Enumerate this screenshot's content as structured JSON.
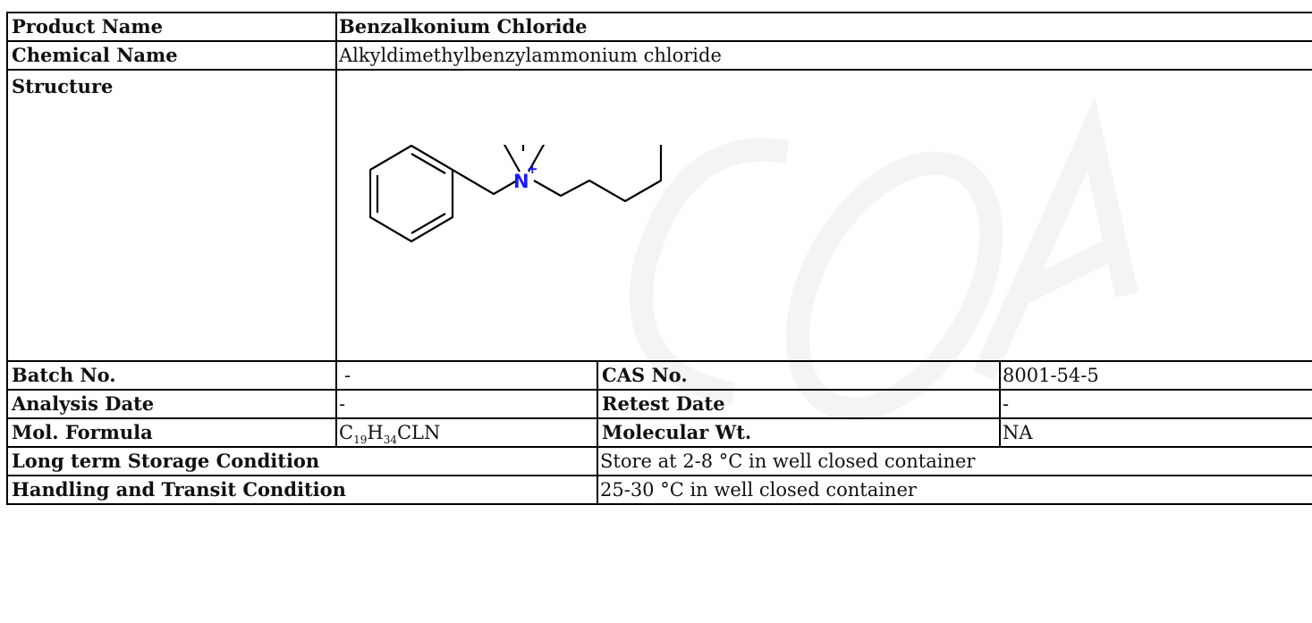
{
  "product_name": {
    "label": "Product Name",
    "value": "Benzalkonium Chloride"
  },
  "chemical_name": {
    "label": "Chemical Name",
    "value": "Alkyldimethylbenzylammonium chloride"
  },
  "structure": {
    "label": "Structure",
    "atom_label": "N",
    "charge": "+"
  },
  "batch_no": {
    "label": "Batch No.",
    "value": "-"
  },
  "cas_no": {
    "label": "CAS No.",
    "value": "8001-54-5"
  },
  "analysis_date": {
    "label": "Analysis Date",
    "value": "-"
  },
  "retest_date": {
    "label": "Retest Date",
    "value": "-"
  },
  "mol_formula": {
    "label": "Mol. Formula",
    "c": "C",
    "c_count": "19",
    "h": "H",
    "h_count": "34",
    "rest": "CLN"
  },
  "molecular_wt": {
    "label": "Molecular Wt.",
    "value": "NA"
  },
  "long_term_storage": {
    "label": "Long term Storage Condition",
    "value": "Store at 2-8 °C in well closed container"
  },
  "handling_transit": {
    "label": "Handling and Transit Condition",
    "value": "25-30 °C in well closed container"
  },
  "colors": {
    "nitrogen": "#1a1aff",
    "watermark": "#f3f3f3",
    "border": "#000000"
  }
}
